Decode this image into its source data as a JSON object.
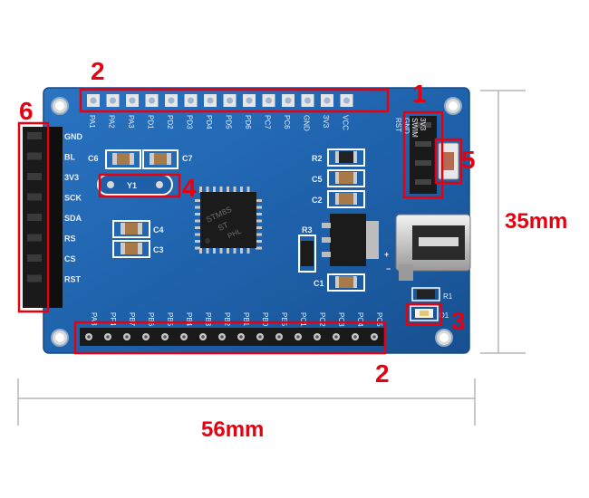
{
  "board": {
    "top_header_pins": [
      "PA1",
      "PA2",
      "PA3",
      "PD1",
      "PD2",
      "PD3",
      "PD4",
      "PD5",
      "PD6",
      "PC7",
      "PC6",
      "GND",
      "3V3",
      "VCC"
    ],
    "bottom_header_pins": [
      "PA3",
      "PF4",
      "PB7",
      "PB6",
      "PB5",
      "PB4",
      "PB3",
      "PB2",
      "PB1",
      "PB0",
      "PE5",
      "PC1",
      "PC2",
      "PC3",
      "PC4",
      "PC5"
    ],
    "left_header_pins": [
      "GND",
      "BL",
      "3V3",
      "SCK",
      "SDA",
      "RS",
      "CS",
      "RST"
    ],
    "swim_header_pins": [
      "RST",
      "GND",
      "SWIM",
      "3V3"
    ],
    "components": {
      "crystal": "Y1",
      "caps": [
        "C6",
        "C7",
        "C4",
        "C3",
        "C5",
        "C2",
        "C1"
      ],
      "resistors": [
        "R2",
        "R3",
        "R1"
      ],
      "led": "D1",
      "chip_text": [
        "STM8S",
        "ST",
        "PHL"
      ]
    },
    "markings": [
      "+",
      "−"
    ]
  },
  "callouts": {
    "n1": "1",
    "n2_top": "2",
    "n2_bottom": "2",
    "n3": "3",
    "n4": "4",
    "n5": "5",
    "n6": "6"
  },
  "dimensions": {
    "width_label": "56mm",
    "height_label": "35mm"
  },
  "colors": {
    "pcb": "#1d5fa8",
    "callout_red": "#e8000f",
    "header_black": "#1a1a1a"
  }
}
